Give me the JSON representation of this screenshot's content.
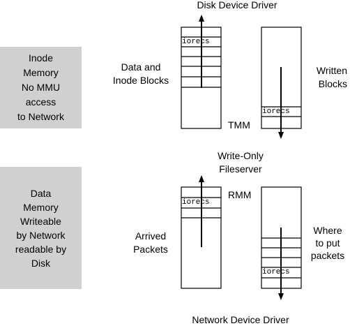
{
  "regions": {
    "inode": [
      "Inode",
      "Memory",
      "No MMU",
      "access",
      "to Network"
    ],
    "data": [
      "Data",
      "Memory",
      "Writeable",
      "by Network",
      "readable by",
      "Disk"
    ]
  },
  "labels": {
    "disk_driver": "Disk Device Driver",
    "data_inode_blocks": [
      "Data and",
      "Inode Blocks"
    ],
    "written_blocks": [
      "Written",
      "Blocks"
    ],
    "tmm": "TMM",
    "fileserver": [
      "Write-Only",
      "Fileserver"
    ],
    "rmm": "RMM",
    "arrived_packets": [
      "Arrived",
      "Packets"
    ],
    "where_to_put": [
      "Where",
      "to put",
      "packets"
    ],
    "network_driver": "Network Device Driver"
  },
  "iorecs": "iorecs",
  "colors": {
    "region_fill": "#d0d0d0",
    "stroke": "#000000"
  }
}
